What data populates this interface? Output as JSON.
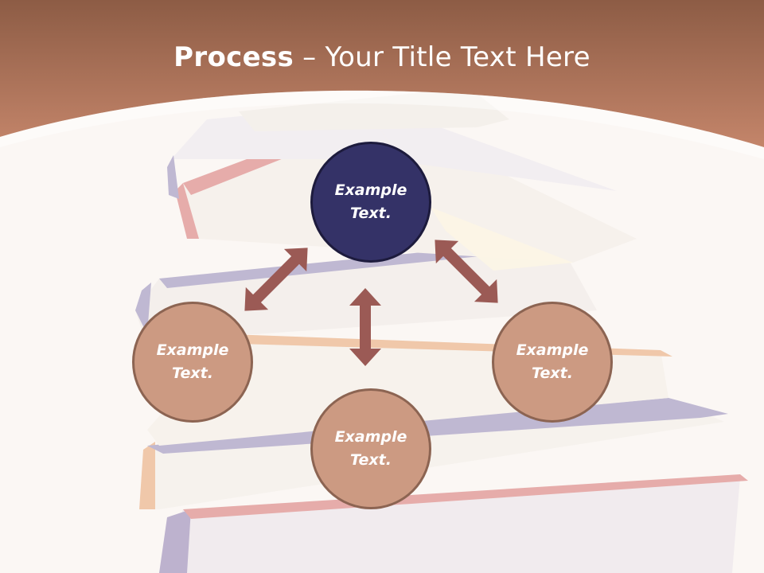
{
  "slide": {
    "title_bold": "Process",
    "title_rest": " – Your Title Text Here"
  },
  "nodes": {
    "top": {
      "line1": "Example",
      "line2": "Text."
    },
    "left": {
      "line1": "Example",
      "line2": "Text."
    },
    "right": {
      "line1": "Example",
      "line2": "Text."
    },
    "bottom": {
      "line1": "Example",
      "line2": "Text."
    }
  },
  "colors": {
    "banner": "#b97a5d",
    "primary_node": "#343267",
    "secondary_node": "#cc9a82",
    "arrow": "#9b5a55"
  }
}
